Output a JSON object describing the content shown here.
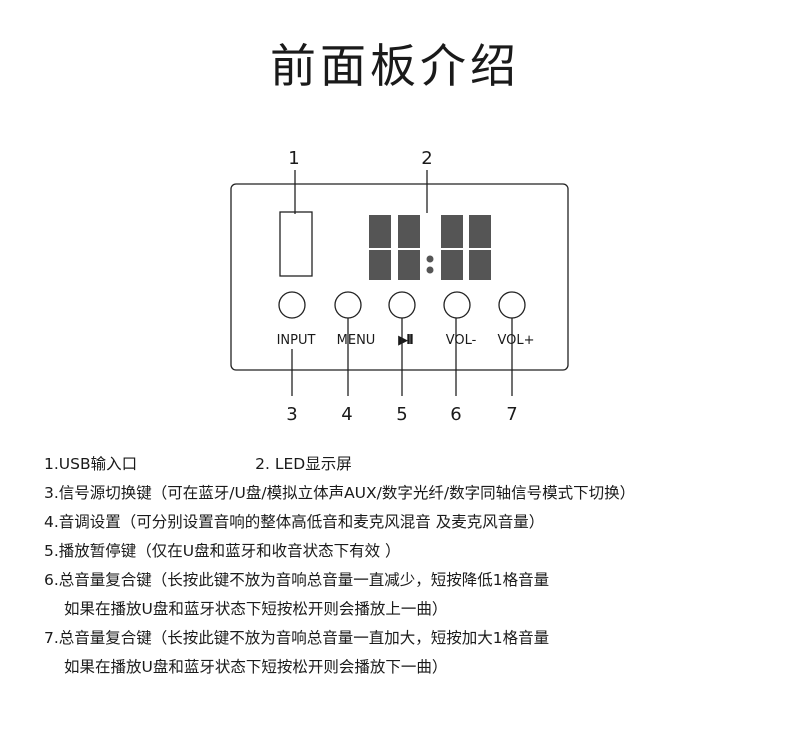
{
  "title": "前面板介绍",
  "panel": {
    "callouts": [
      "1",
      "2",
      "3",
      "4",
      "5",
      "6",
      "7"
    ],
    "buttons": [
      "INPUT",
      "MENU",
      "▶II",
      "VOL-",
      "VOL+"
    ]
  },
  "legend": {
    "item1": "1.USB输入口",
    "item2": "2. LED显示屏",
    "item3": "3.信号源切换键（可在蓝牙/U盘/模拟立体声AUX/数字光纤/数字同轴信号模式下切换）",
    "item4": "4.音调设置（可分别设置音响的整体高低音和麦克风混音 及麦克风音量）",
    "item5": "5.播放暂停键（仅在U盘和蓝牙和收音状态下有效 ）",
    "item6_line1": "6.总音量复合键（长按此键不放为音响总音量一直减少，短按降低1格音量",
    "item6_line2": "如果在播放U盘和蓝牙状态下短按松开则会播放上一曲）",
    "item7_line1": "7.总音量复合键（长按此键不放为音响总音量一直加大，短按加大1格音量",
    "item7_line2": "如果在播放U盘和蓝牙状态下短按松开则会播放下一曲）"
  }
}
